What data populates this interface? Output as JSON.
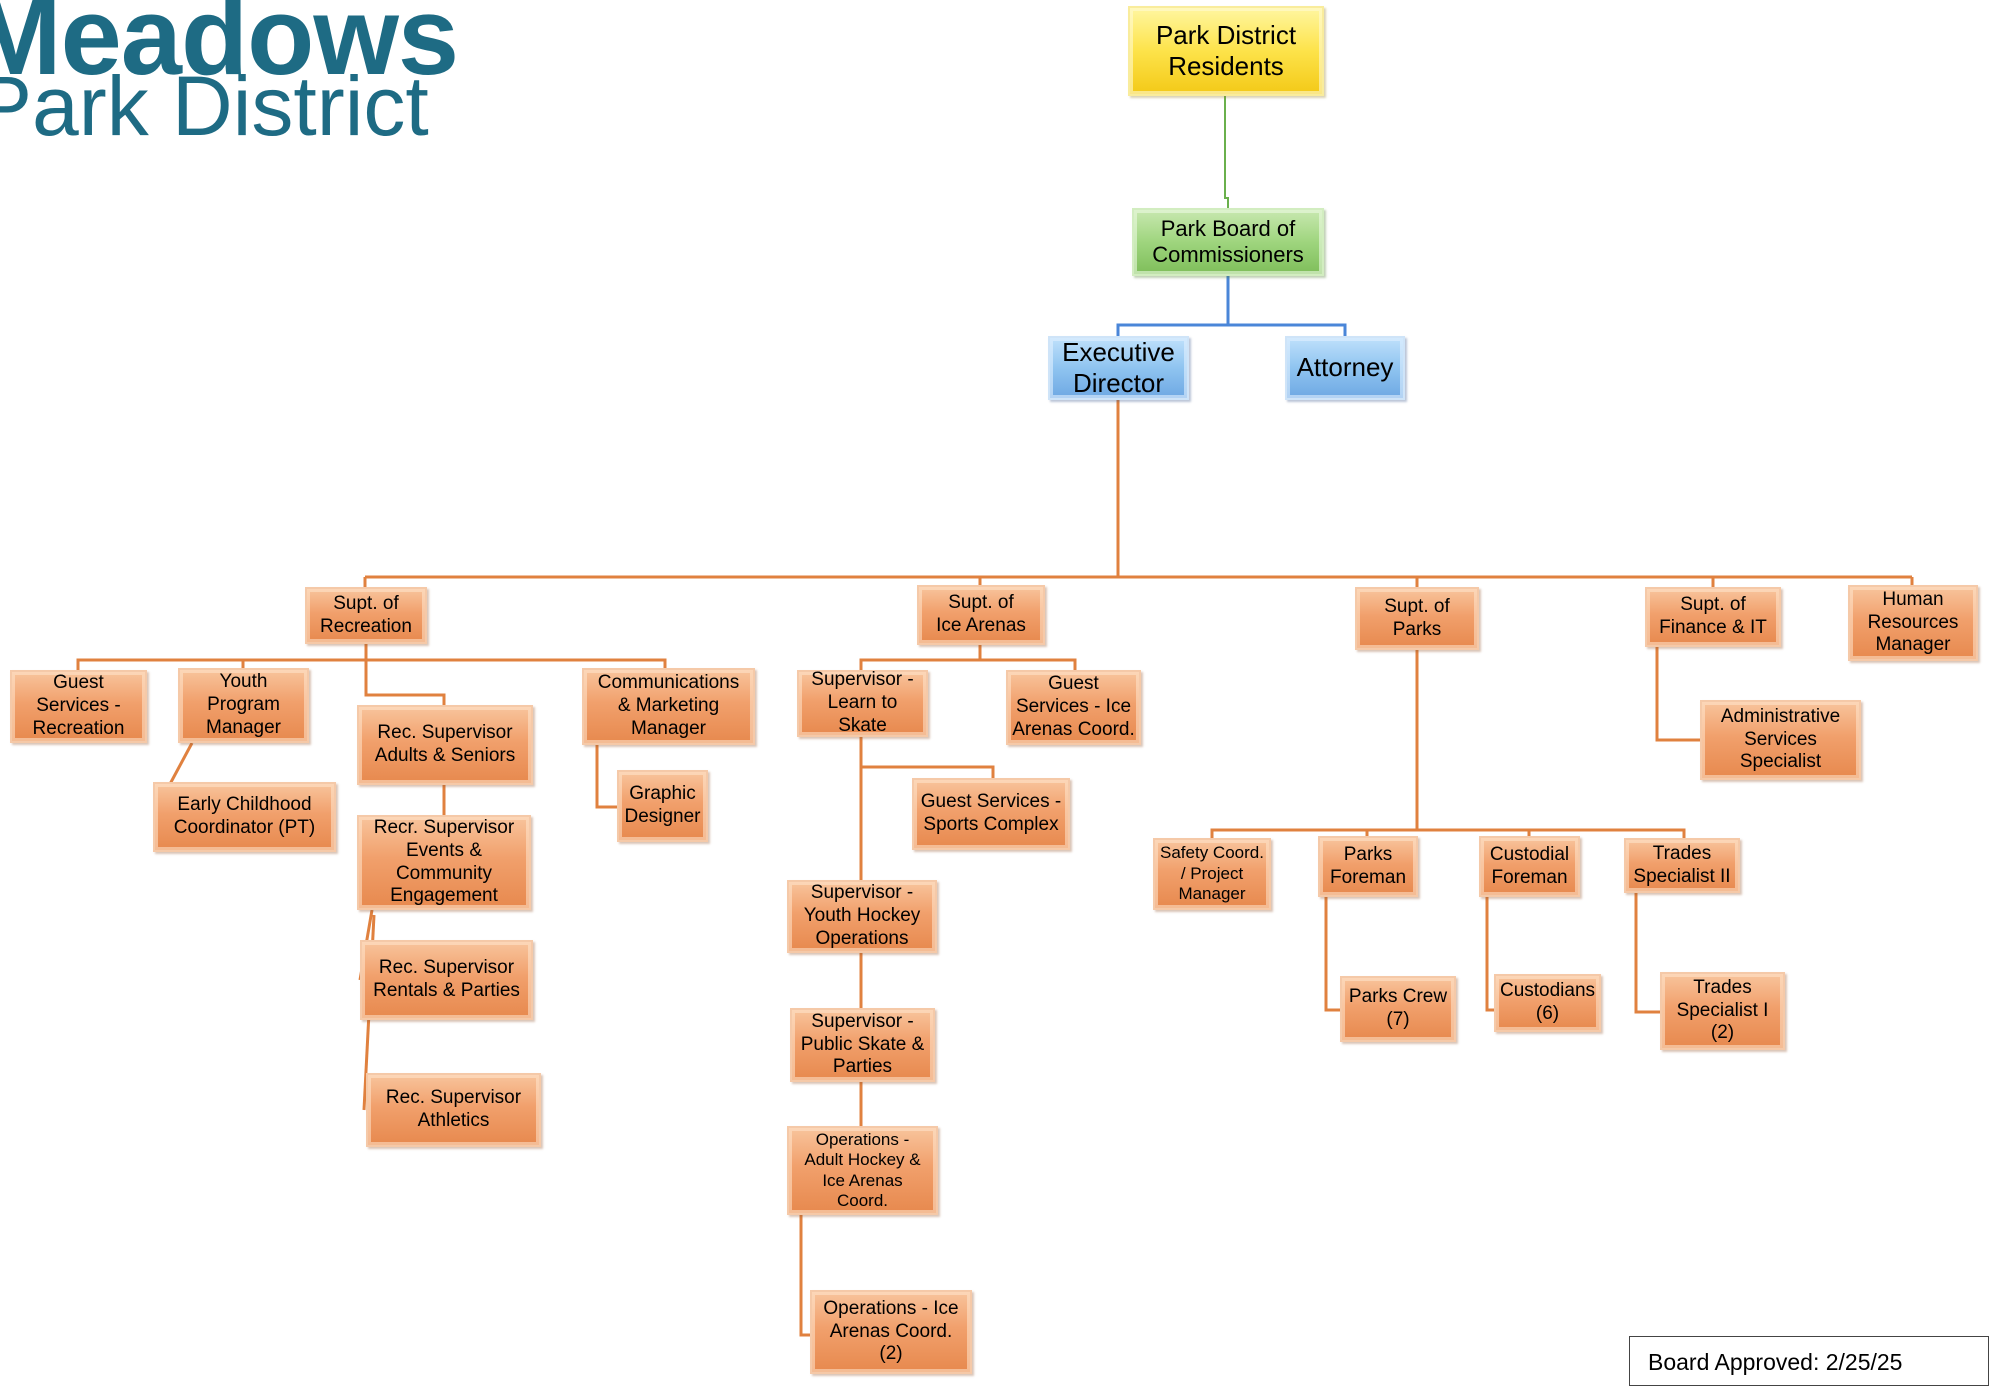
{
  "logo": {
    "line1": "Meadows",
    "line2": "Park District"
  },
  "colors": {
    "orange_line": "#e0813f",
    "green_line": "#6ab04c",
    "blue_line": "#4a86d8"
  },
  "nodes": {
    "residents": "Park District\nResidents",
    "board": "Park Board of\nCommissioners",
    "executive_director": "Executive\nDirector",
    "attorney": "Attorney",
    "supt_recreation": "Supt. of\nRecreation",
    "supt_ice": "Supt. of\nIce Arenas",
    "supt_parks": "Supt. of\nParks",
    "supt_finance": "Supt. of\nFinance & IT",
    "hr_manager": "Human\nResources\nManager",
    "guest_services_rec": "Guest\nServices -\nRecreation",
    "youth_program_manager": "Youth\nProgram\nManager",
    "early_childhood": "Early Childhood\nCoordinator (PT)",
    "rec_supervisor_adults": "Rec. Supervisor\nAdults & Seniors",
    "recr_supervisor_events": "Recr. Supervisor\nEvents &\nCommunity\nEngagement",
    "rec_supervisor_rentals": "Rec. Supervisor\nRentals & Parties",
    "rec_supervisor_athletics": "Rec. Supervisor\nAthletics",
    "comm_marketing": "Communications\n& Marketing\nManager",
    "graphic_designer": "Graphic\nDesigner",
    "sup_learn_to_skate": "Supervisor -\nLearn to\nSkate",
    "guest_services_ice": "Guest\nServices - Ice\nArenas Coord.",
    "guest_services_sports": "Guest Services -\nSports Complex",
    "sup_youth_hockey": "Supervisor -\nYouth Hockey\nOperations",
    "sup_public_skate": "Supervisor -\nPublic Skate &\nParties",
    "ops_adult_hockey": "Operations  -\nAdult Hockey &\nIce Arenas\nCoord.",
    "ops_ice_arenas": "Operations - Ice\nArenas Coord.\n(2)",
    "safety_coord": "Safety Coord.\n/ Project\nManager",
    "parks_foreman": "Parks\nForeman",
    "custodial_foreman": "Custodial\nForeman",
    "trades_specialist_ii": "Trades\nSpecialist II",
    "parks_crew": "Parks Crew\n(7)",
    "custodians": "Custodians\n(6)",
    "trades_specialist_i": "Trades\nSpecialist I\n(2)",
    "admin_services": "Administrative\nServices\nSpecialist"
  },
  "approval": "Board Approved: 2/25/25"
}
